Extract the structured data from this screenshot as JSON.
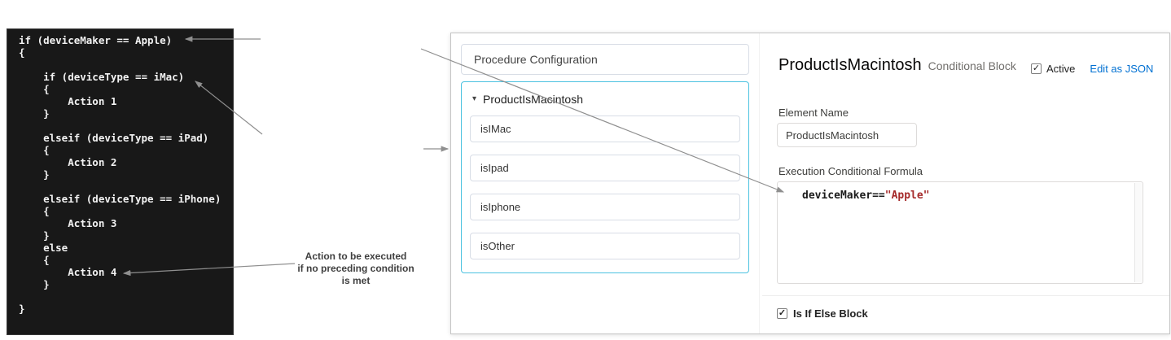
{
  "icons": {
    "check": "✓",
    "caret_down": "▾"
  },
  "colors": {
    "accent_blue": "#0070d2",
    "tree_accent": "#4bc2e0",
    "string_red": "#a52a2a",
    "code_bg": "#181818",
    "code_fg": "#f2f2f2",
    "arrow_gray": "#8f8f8f"
  },
  "code_block": {
    "code": "if (deviceMaker == Apple)\n{\n\n    if (deviceType == iMac)\n    {\n        Action 1\n    }\n\n    elseif (deviceType == iPad)\n    {\n        Action 2\n    }\n\n    elseif (deviceType == iPhone)\n    {\n        Action 3\n    }\n    else\n    {\n        Action 4\n    }\n\n}"
  },
  "left_panel": {
    "header": "Procedure Configuration",
    "tree_root": "ProductIsMacintosh",
    "items": [
      {
        "label": "isIMac"
      },
      {
        "label": "isIpad"
      },
      {
        "label": "isIphone"
      },
      {
        "label": "isOther"
      }
    ]
  },
  "detail_panel": {
    "title": "ProductIsMacintosh",
    "subtitle": "Conditional Block",
    "active_label": "Active",
    "edit_as_json_label": "Edit as JSON",
    "element_name_label": "Element Name",
    "element_name_value": "ProductIsMacintosh",
    "formula_label": "Execution Conditional Formula",
    "formula_code": "deviceMaker==",
    "formula_string": "\"Apple\"",
    "is_if_else_label": "Is If Else Block"
  },
  "annotations": {
    "note": "Action to be executed\nif no preceding condition\nis met"
  }
}
